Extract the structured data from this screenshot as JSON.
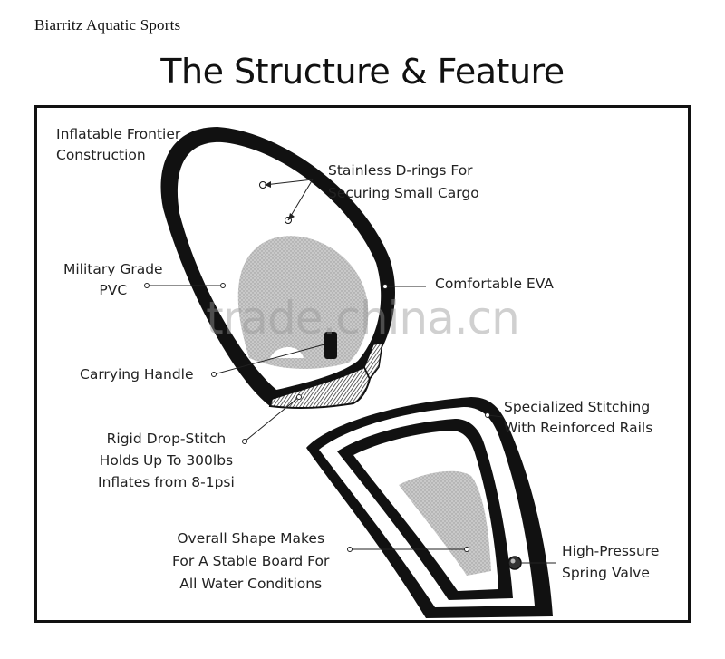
{
  "header": {
    "brand": "Biarritz Aquatic Sports",
    "title": "The Structure & Feature"
  },
  "labels": {
    "inflatable_frontier": "Inflatable Frontier\nConstruction",
    "d_rings": "Stainless D-rings For\nSecuring Small Cargo",
    "military_pvc": "Military Grade\nPVC",
    "comfortable_eva": "Comfortable EVA",
    "carrying_handle": "Carrying Handle",
    "drop_stitch": "Rigid Drop-Stitch\nHolds Up To 300lbs\nInflates from 8-1psi",
    "stitching": "Specialized Stitching\nWith Reinforced Rails",
    "overall_shape": "Overall Shape Makes\nFor A Stable Board For\nAll Water Conditions",
    "valve": "High-Pressure\nSpring Valve"
  },
  "watermark": "trade.china.cn"
}
